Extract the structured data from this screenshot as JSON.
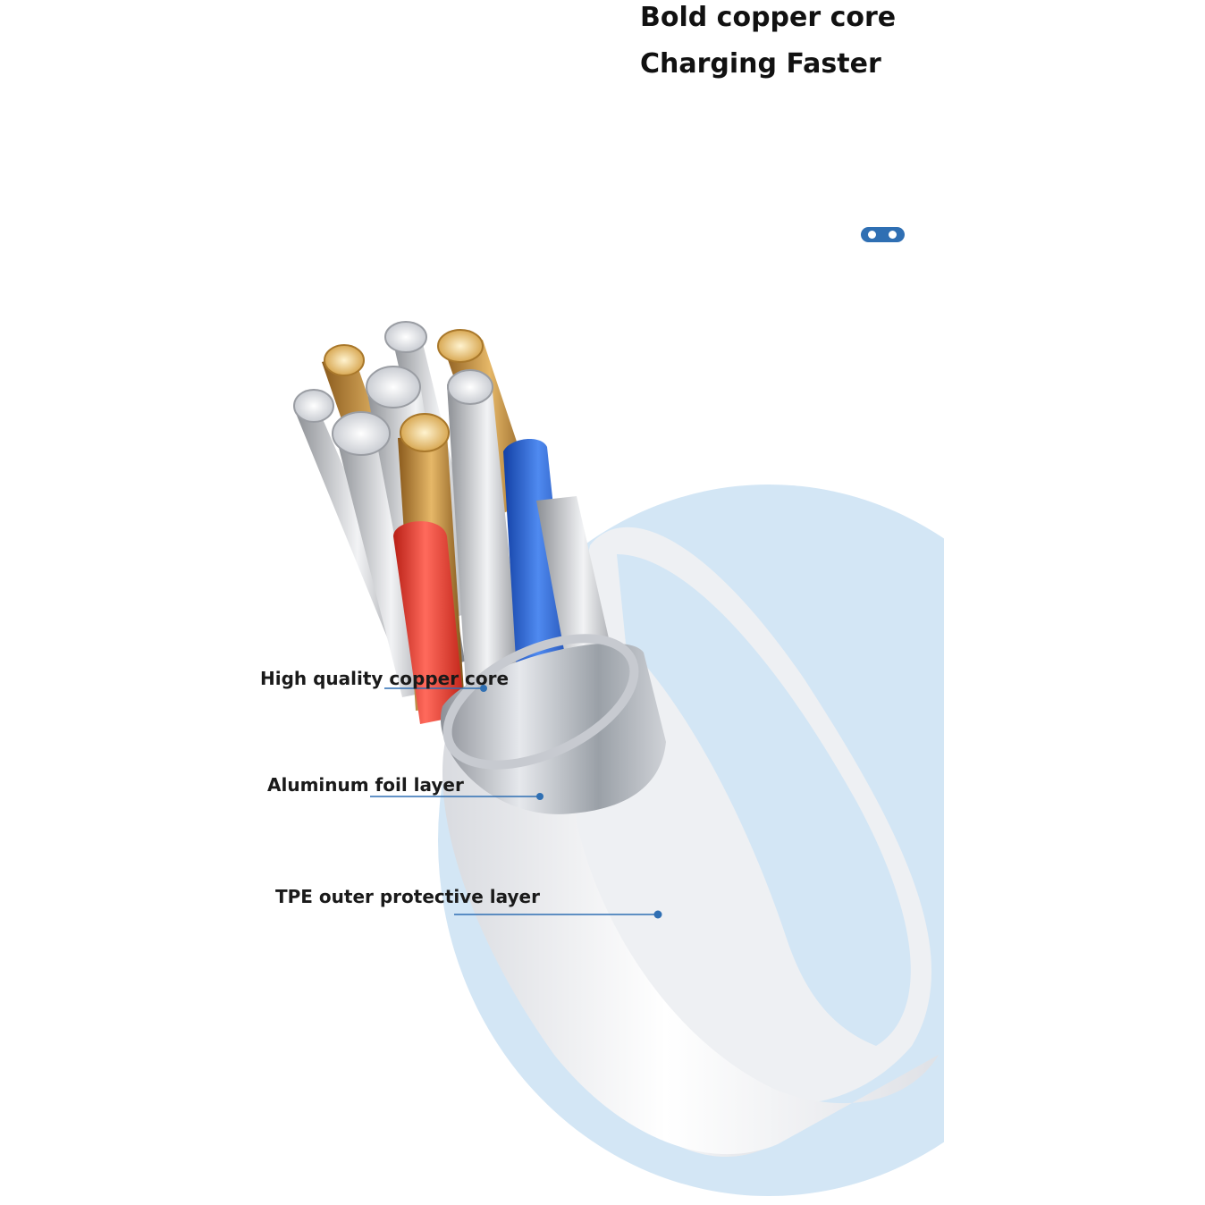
{
  "headline": {
    "line1": "Bold copper core",
    "line2": "Charging Faster"
  },
  "callouts": [
    {
      "id": "copper",
      "label": "High quality copper core"
    },
    {
      "id": "foil",
      "label": "Aluminum foil layer"
    },
    {
      "id": "tpe",
      "label": "TPE outer protective layer"
    }
  ],
  "colors": {
    "background": "#ffffff",
    "circle": "#d3e6f5",
    "accent": "#2f6fb3",
    "copper": "#c9963e",
    "red_wire": "#e53b2f",
    "blue_wire": "#1f57c8",
    "cable_white": "#f1f2f5"
  },
  "icons": [
    "pill-badge-icon"
  ]
}
